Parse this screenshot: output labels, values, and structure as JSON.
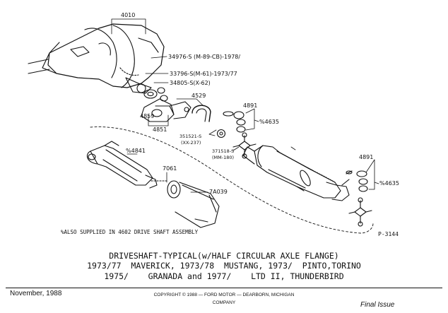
{
  "callouts": {
    "c4010": "4010",
    "c34976": "34976-S (M-89-CB)-1978/",
    "c33796": "33796-S(M-61)-1973/77",
    "c34805": "34805-S(X-62)",
    "c4529": "4529",
    "c4859": "4859",
    "c4851": "4851",
    "c351521": "351521-S",
    "c351521b": "(XX-237)",
    "c371518": "371518-S",
    "c371518b": "(MM-180)",
    "c4891a": "4891",
    "c4635a": "%4635",
    "c4891b": "4891",
    "c4635b": "%4635",
    "c4841": "%4841",
    "c7061": "7061",
    "c7a039": "7A039"
  },
  "note": "%ALSO SUPPLIED IN 4602 DRIVE SHAFT ASSEMBLY",
  "plate_number": "P-3144",
  "title": {
    "line1": "DRIVESHAFT-TYPICAL(w/HALF CIRCULAR AXLE FLANGE)",
    "line2": "1973/77  MAVERICK, 1973/78  MUSTANG, 1973/  PINTO,TORINO",
    "line3": "1975/    GRANADA and 1977/    LTD II, THUNDERBIRD"
  },
  "footer": {
    "date": "November, 1988",
    "copyright_line1": "COPYRIGHT © 1988  —  FORD MOTOR  —  DEARBORN, MICHIGAN",
    "copyright_line2": "COMPANY",
    "status": "Final Issue"
  }
}
